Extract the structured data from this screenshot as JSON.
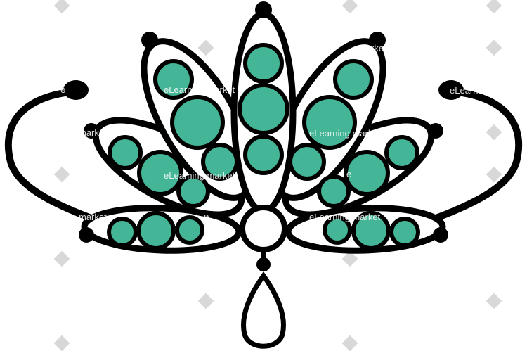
{
  "image": {
    "subject": "tiara-illustration",
    "colors": {
      "outline": "#000000",
      "gem": "#45b597",
      "center_gem": "#ffffff",
      "background": "#ffffff",
      "watermark_diamond": "#d8d8d8"
    }
  },
  "watermark": {
    "text": "eLearning.market",
    "short_text": "market",
    "letter": "e"
  }
}
